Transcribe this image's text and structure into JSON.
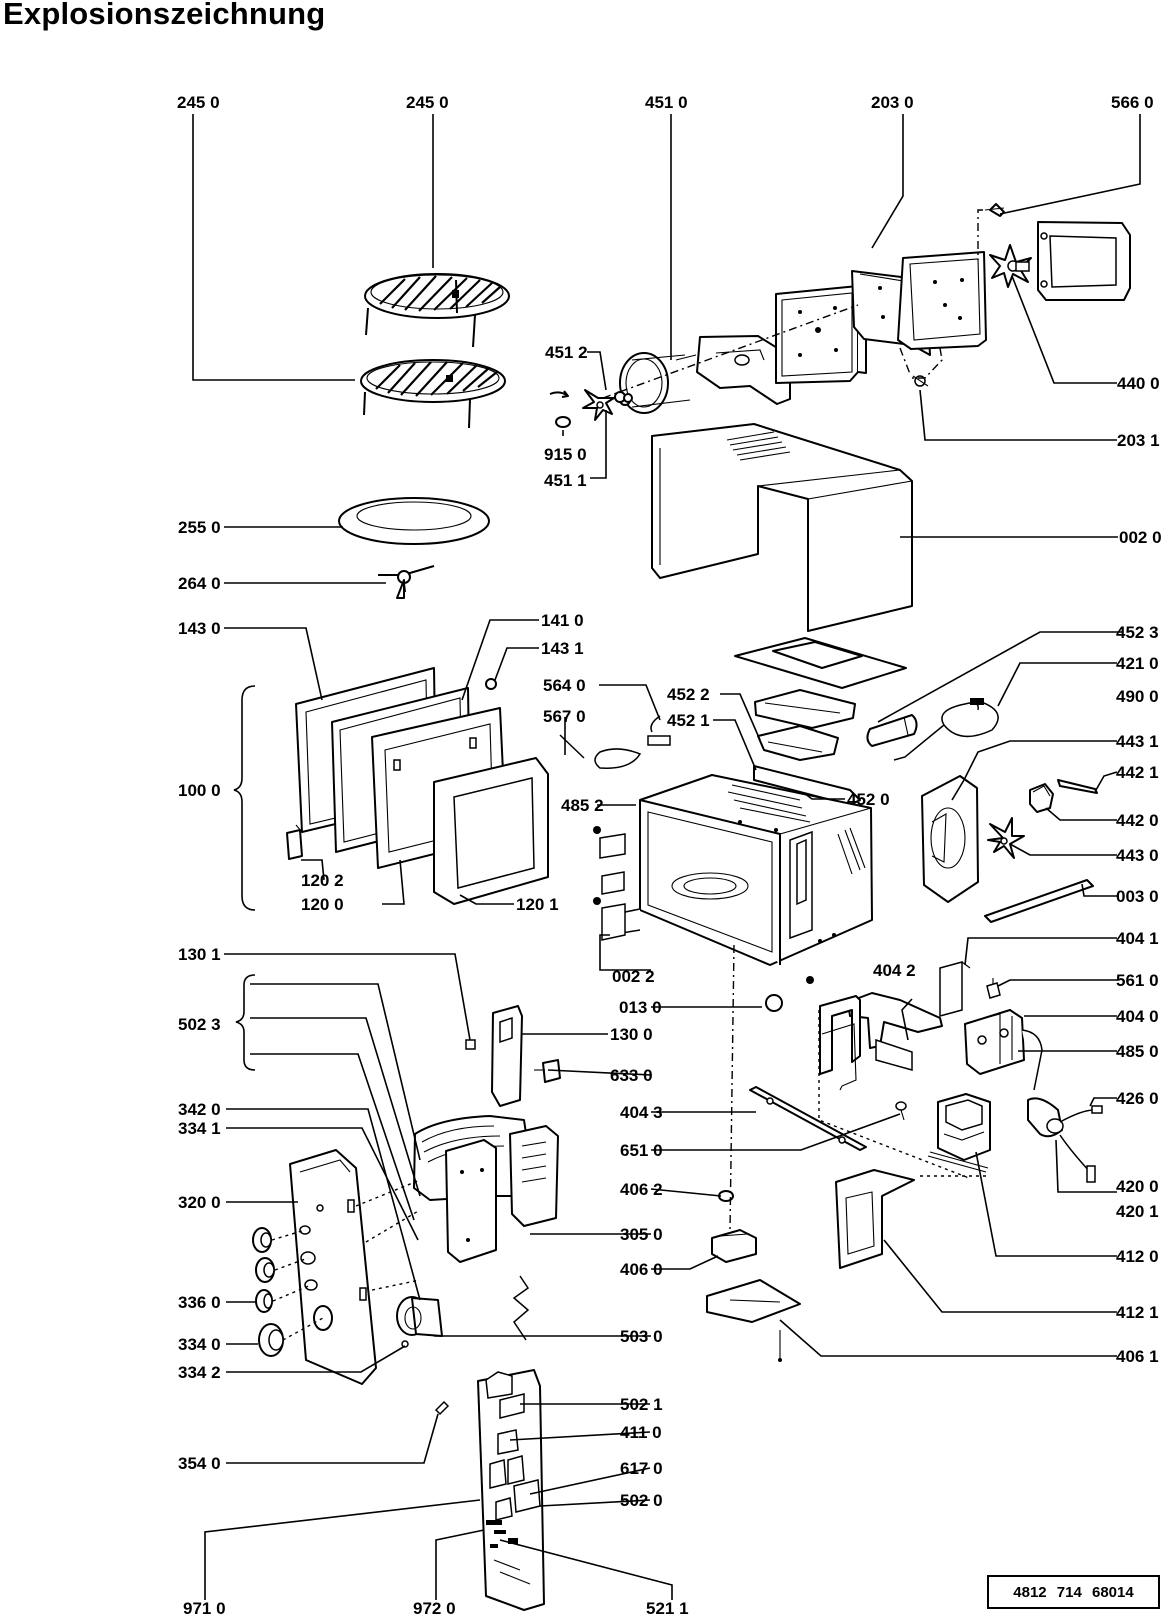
{
  "title": "Explosionszeichnung",
  "doc_number": "4812  714  68014",
  "labels": {
    "p245a": "245 0",
    "p245b": "245 0",
    "p451_0": "451 0",
    "p203_0": "203 0",
    "p566_0": "566 0",
    "p451_2": "451 2",
    "p915_0": "915 0",
    "p451_1": "451 1",
    "p440_0": "440 0",
    "p203_1": "203 1",
    "p255_0": "255 0",
    "p264_0": "264 0",
    "p002_0": "002 0",
    "p143_0": "143 0",
    "p141_0": "141 0",
    "p143_1": "143 1",
    "p452_3": "452 3",
    "p564_0": "564 0",
    "p452_2": "452 2",
    "p452_1": "452 1",
    "p421_0": "421 0",
    "p567_0": "567 0",
    "p490_0": "490 0",
    "p443_1": "443 1",
    "p485_2": "485 2",
    "p452_0": "452 0",
    "p442_1": "442 1",
    "p442_0": "442 0",
    "p100_0": "100 0",
    "p443_0": "443 0",
    "p003_0": "003 0",
    "p120_2": "120 2",
    "p120_0": "120 0",
    "p120_1": "120 1",
    "p404_1": "404 1",
    "p130_1": "130 1",
    "p002_2": "002 2",
    "p404_2": "404 2",
    "p561_0": "561 0",
    "p013_0": "013 0",
    "p502_3": "502 3",
    "p130_0": "130 0",
    "p404_0": "404 0",
    "p485_0": "485 0",
    "p633_0": "633 0",
    "p426_0": "426 0",
    "p342_0": "342 0",
    "p404_3": "404 3",
    "p334_1": "334 1",
    "p651_0": "651 0",
    "p320_0": "320 0",
    "p406_2": "406 2",
    "p420_0": "420 0",
    "p420_1": "420 1",
    "p305_0": "305 0",
    "p406_0": "406 0",
    "p412_0": "412 0",
    "p336_0": "336 0",
    "p412_1": "412 1",
    "p334_0": "334 0",
    "p503_0": "503 0",
    "p406_1": "406 1",
    "p334_2": "334 2",
    "p502_1": "502 1",
    "p411_0": "411 0",
    "p354_0": "354 0",
    "p617_0": "617 0",
    "p502_0": "502 0",
    "p971_0": "971 0",
    "p972_0": "972 0",
    "p521_1": "521 1"
  }
}
